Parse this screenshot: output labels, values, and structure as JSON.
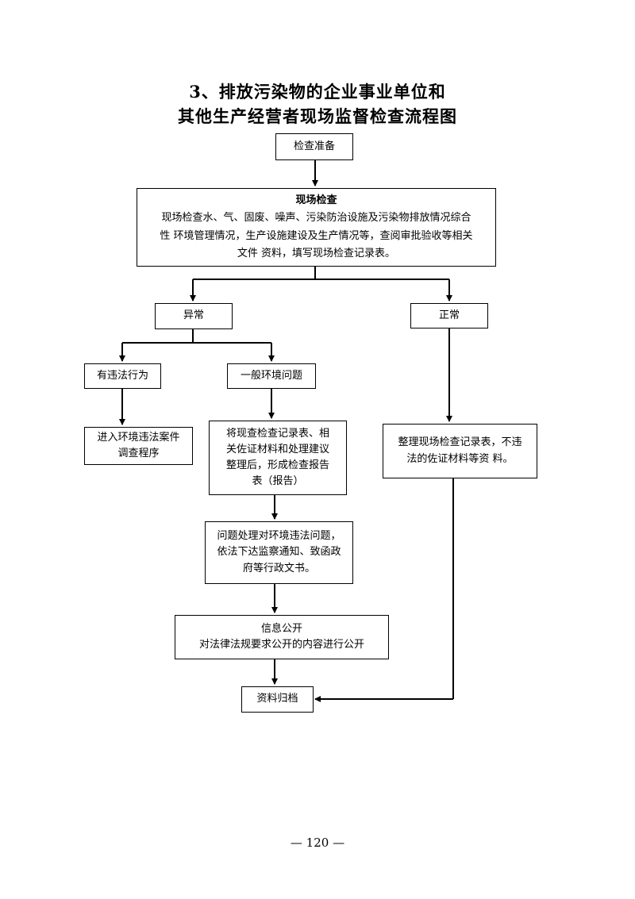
{
  "title": {
    "line1": "3、排放污染物的企业事业单位和",
    "line2": "其他生产经营者现场监督检查流程图"
  },
  "nodes": {
    "prep": "检查准备",
    "inspect": {
      "heading": "现场检查",
      "line1": "现场检查水、气、固废、噪声、污染防治设施及污染物排放情况综合",
      "line2": "性 环境管理情况，生产设施建设及生产情况等，查阅审批验收等相关",
      "line3": "文件 资料，填写现场检查记录表。"
    },
    "abnormal": "异常",
    "normal": "正常",
    "violation": "有违法行为",
    "general": "一般环境问题",
    "case": {
      "line1": "进入环境违法案件",
      "line2": "调查程序"
    },
    "report": {
      "line1": "将现查检查记录表、相",
      "line2": "关佐证材料和处理建议",
      "line3": "整理后，形成检查报告",
      "line4": "表（报告）"
    },
    "normal_doc": {
      "line1": "整理现场检查记录表，不违",
      "line2": "法的佐证材料等资 料。"
    },
    "handle": {
      "line1": "问题处理对环境违法问题，",
      "line2": "依法下达监察通知、致函政",
      "line3": "府等行政文书。"
    },
    "disclose": {
      "line1": "信息公开",
      "line2": "对法律法规要求公开的内容进行公开"
    },
    "archive": "资料归档"
  },
  "page_number": "— 120 —"
}
